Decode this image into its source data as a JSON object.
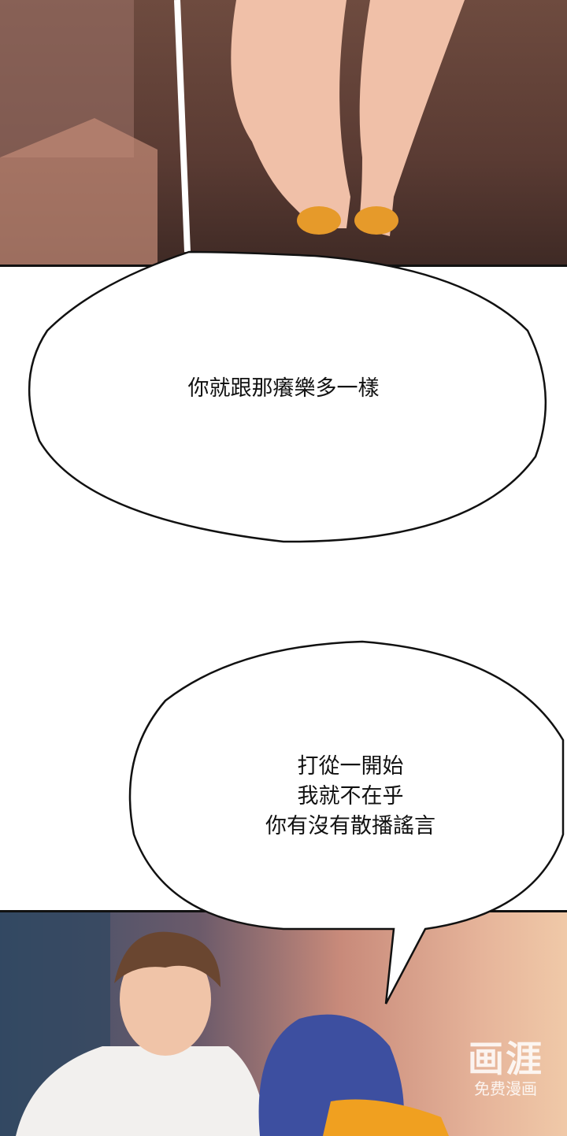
{
  "bubble1": {
    "text": "你就跟那癢樂多一樣"
  },
  "bubble2": {
    "lines": [
      "打從一開始",
      "我就不在乎",
      "你有沒有散播謠言"
    ]
  },
  "watermark": {
    "logo": "画涯",
    "subtitle": "免费漫画"
  },
  "colors": {
    "bubble_fill": "#ffffff",
    "outline": "#111111"
  }
}
